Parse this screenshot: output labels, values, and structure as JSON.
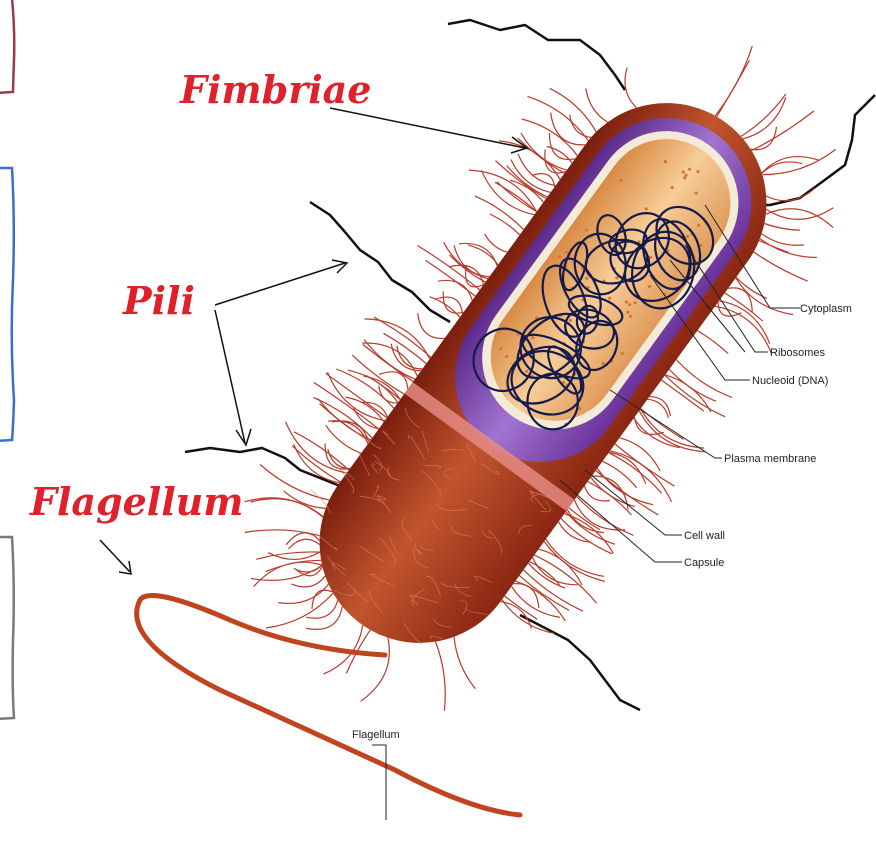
{
  "labels": {
    "fimbriae": "Fimbriae",
    "pili": "Pili",
    "flagellum_big": "Flagellum"
  },
  "parts": {
    "cytoplasm": "Cytoplasm",
    "ribosomes": "Ribosomes",
    "nucleoid": "Nucleoid (DNA)",
    "plasma_membrane": "Plasma membrane",
    "cell_wall": "Cell wall",
    "capsule": "Capsule",
    "flagellum": "Flagellum"
  },
  "colors": {
    "label_red": "#e0202a",
    "capsule": "#a8301a",
    "cell_wall": "#7b3fa8",
    "cytoplasm": "#f0b878",
    "nucleoid": "#141a4a",
    "fimbriae": "#b83a2a",
    "pili": "#111111",
    "flagellum": "#c0451f",
    "box_maroon": "#9b3a4a",
    "box_blue": "#3a6fd0",
    "box_gray": "#7a7a7a"
  }
}
